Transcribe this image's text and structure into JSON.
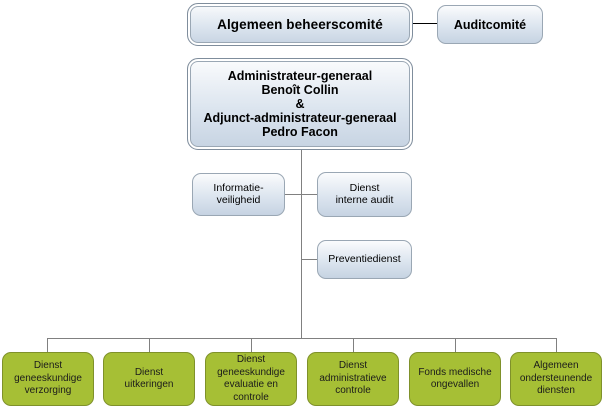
{
  "diagram": {
    "title": "RIZIV / INAMI organogram",
    "colors": {
      "box_blue_top": "#fbfcfd",
      "box_blue_bottom": "#c6d3e2",
      "box_blue_border": "#9aa7b4",
      "box_green_fill": "#a6bf35",
      "box_green_border": "#7f912a",
      "connector": "#808080",
      "text": "#000000",
      "background": "#ffffff"
    },
    "top_level": {
      "committee": "Algemeen beheerscomité",
      "audit_committee": "Auditcomité"
    },
    "management": {
      "line1": "Administrateur-generaal",
      "line2": "Benoît Collin",
      "line3": "&",
      "line4": "Adjunct-administrateur-generaal",
      "line5": "Pedro Facon",
      "full": "Administrateur-generaal\nBenoît Collin\n&\nAdjunct-administrateur-generaal\nPedro Facon"
    },
    "staff_units": [
      {
        "label": "Informatie-\nveiligheid"
      },
      {
        "label": "Dienst\ninterne audit"
      },
      {
        "label": "Preventiedienst"
      }
    ],
    "departments": [
      {
        "label": "Dienst\ngeneeskundige\nverzorging"
      },
      {
        "label": "Dienst\nuitkeringen"
      },
      {
        "label": "Dienst\ngeneeskundige\nevaluatie en\ncontrole"
      },
      {
        "label": "Dienst\nadministratieve\ncontrole"
      },
      {
        "label": "Fonds medische\nongevallen"
      },
      {
        "label": "Algemeen\nondersteunende\ndiensten"
      }
    ]
  }
}
